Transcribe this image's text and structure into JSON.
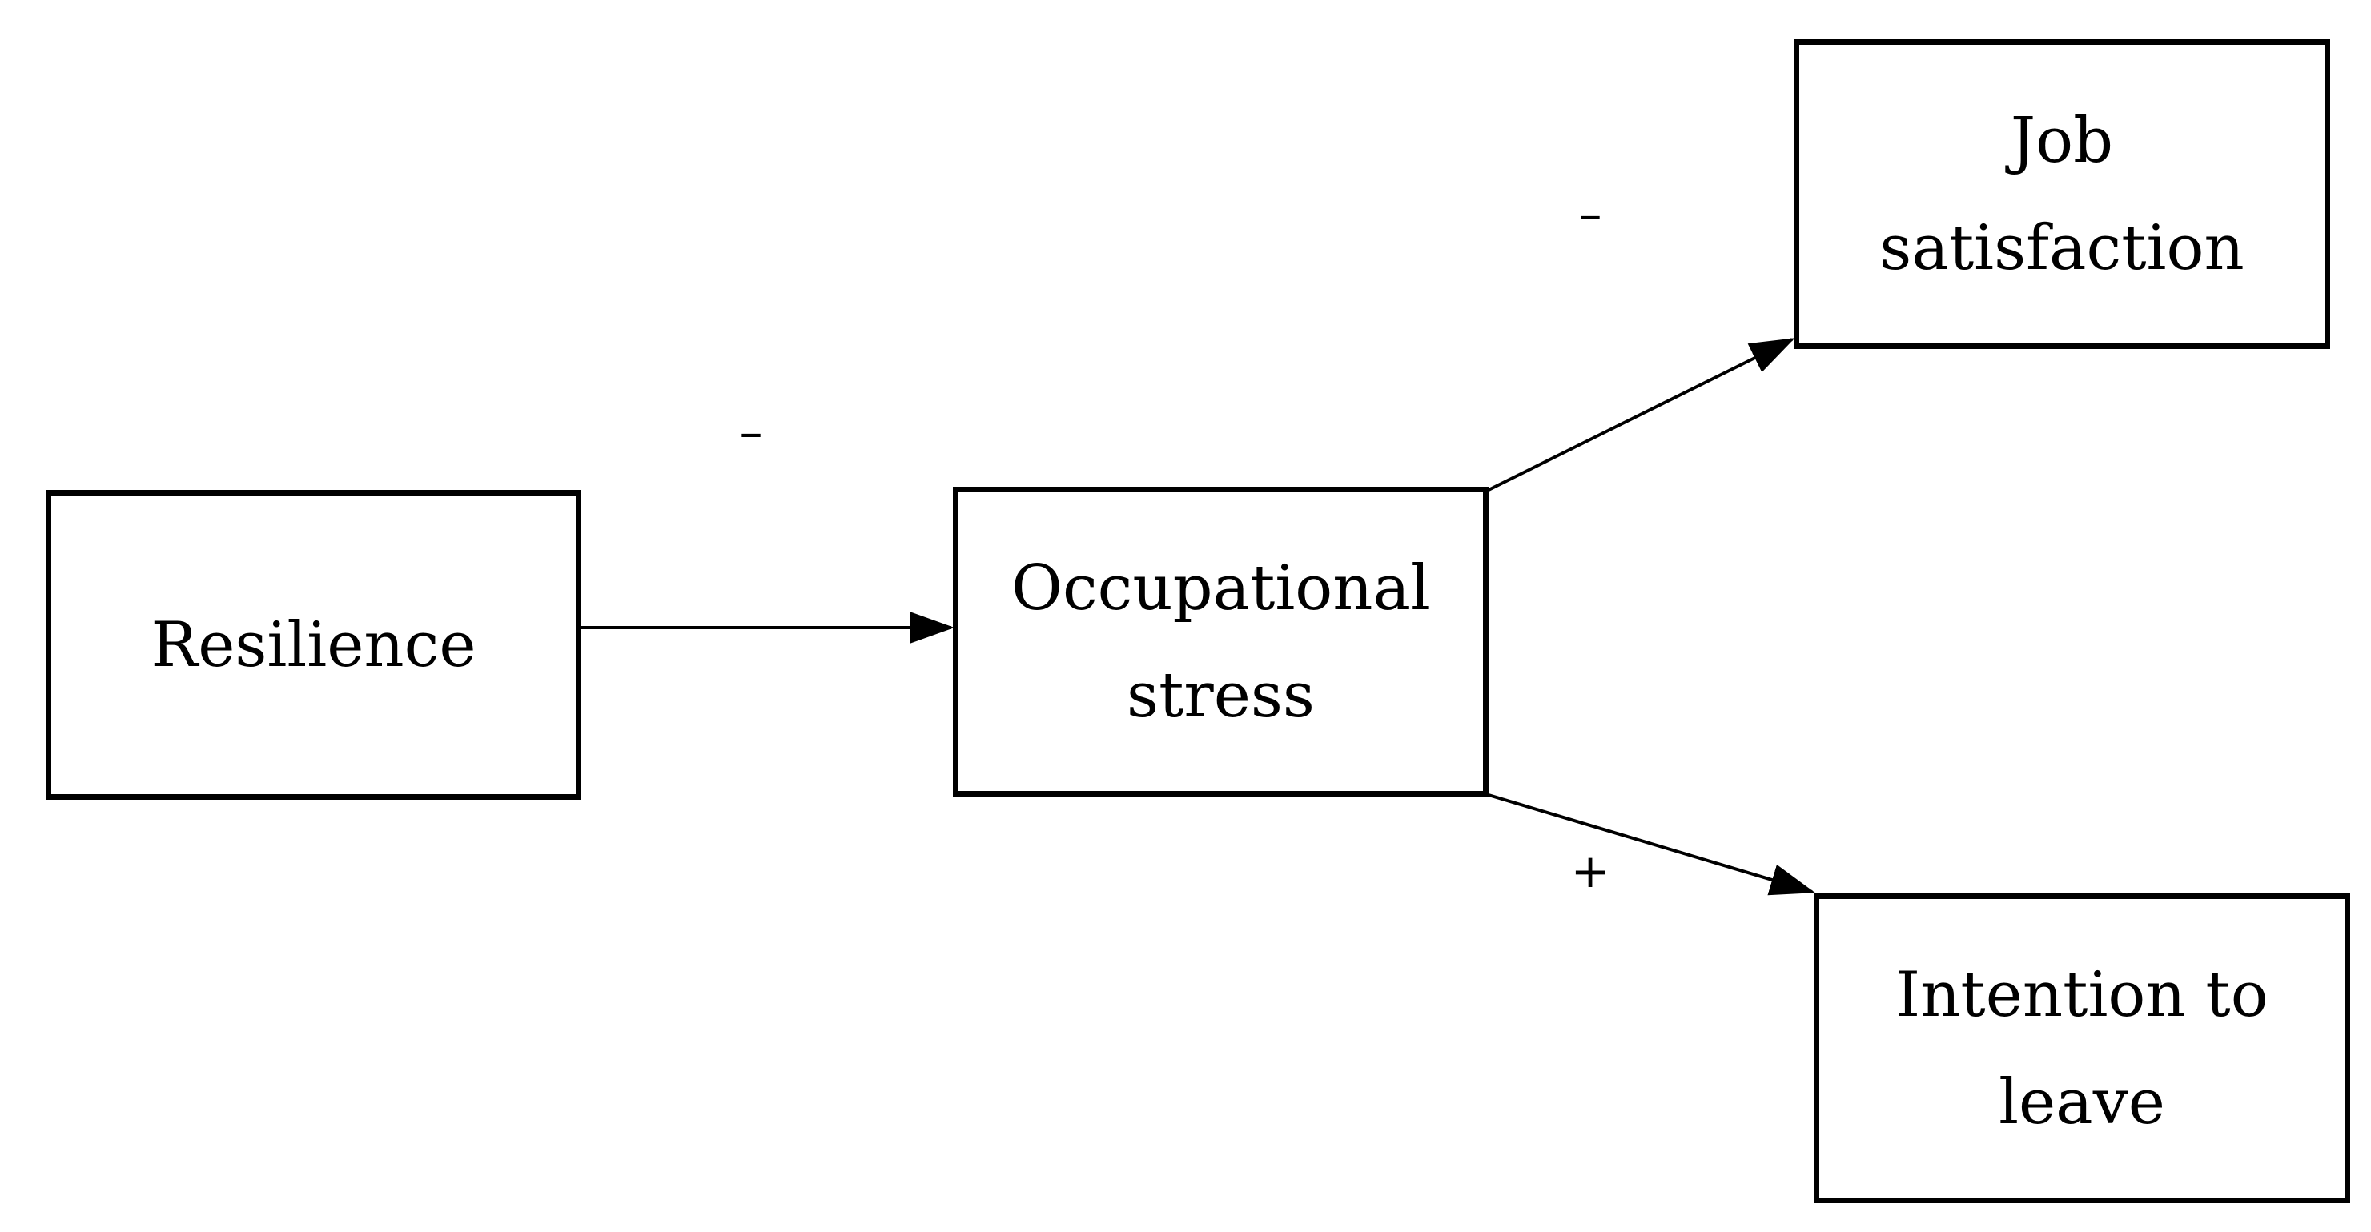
{
  "nodes": {
    "resilience": {
      "lines": [
        "Resilience"
      ]
    },
    "occupational_stress": {
      "lines": [
        "Occupational",
        "stress"
      ]
    },
    "job_satisfaction": {
      "lines": [
        "Job",
        "satisfaction"
      ]
    },
    "intention_to_leave": {
      "lines": [
        "Intention to",
        "leave"
      ]
    }
  },
  "edges": {
    "resilience_to_stress": {
      "sign": "–"
    },
    "stress_to_job": {
      "sign": "–"
    },
    "stress_to_intention": {
      "sign": "+"
    }
  },
  "colors": {
    "stroke": "#000000",
    "background": "#ffffff"
  }
}
